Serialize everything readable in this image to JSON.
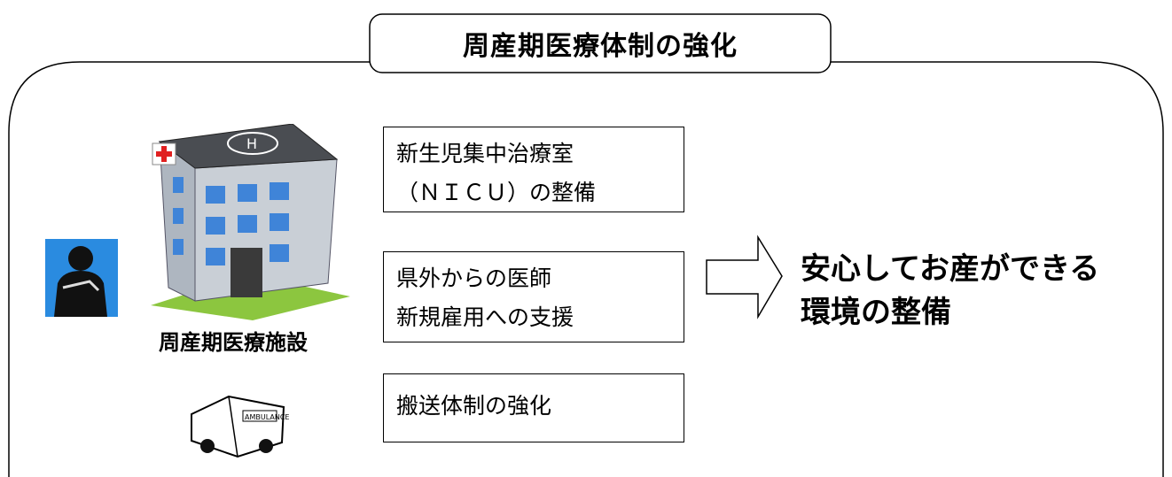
{
  "title": "周産期医療体制の強化",
  "facility_label": "周産期医療施設",
  "measures": [
    {
      "lines": [
        "新生児集中治療室",
        "（ＮＩＣＵ）の整備"
      ]
    },
    {
      "lines": [
        "県外からの医師",
        "新規雇用への支援"
      ]
    },
    {
      "lines": [
        "搬送体制の強化"
      ]
    }
  ],
  "result": {
    "lines": [
      "安心してお産ができる",
      "環境の整備"
    ]
  },
  "illustrations": {
    "hospital": "hospital-icon",
    "doctor": "doctor-icon",
    "ambulance": "ambulance-icon",
    "ambulance_text": "AMBULANCE"
  },
  "colors": {
    "hospital_wall": "#c9cfd6",
    "hospital_window": "#3f84d8",
    "grass": "#8cc63f",
    "cross": "#e02020",
    "doctor_bg": "#2a8be0"
  }
}
